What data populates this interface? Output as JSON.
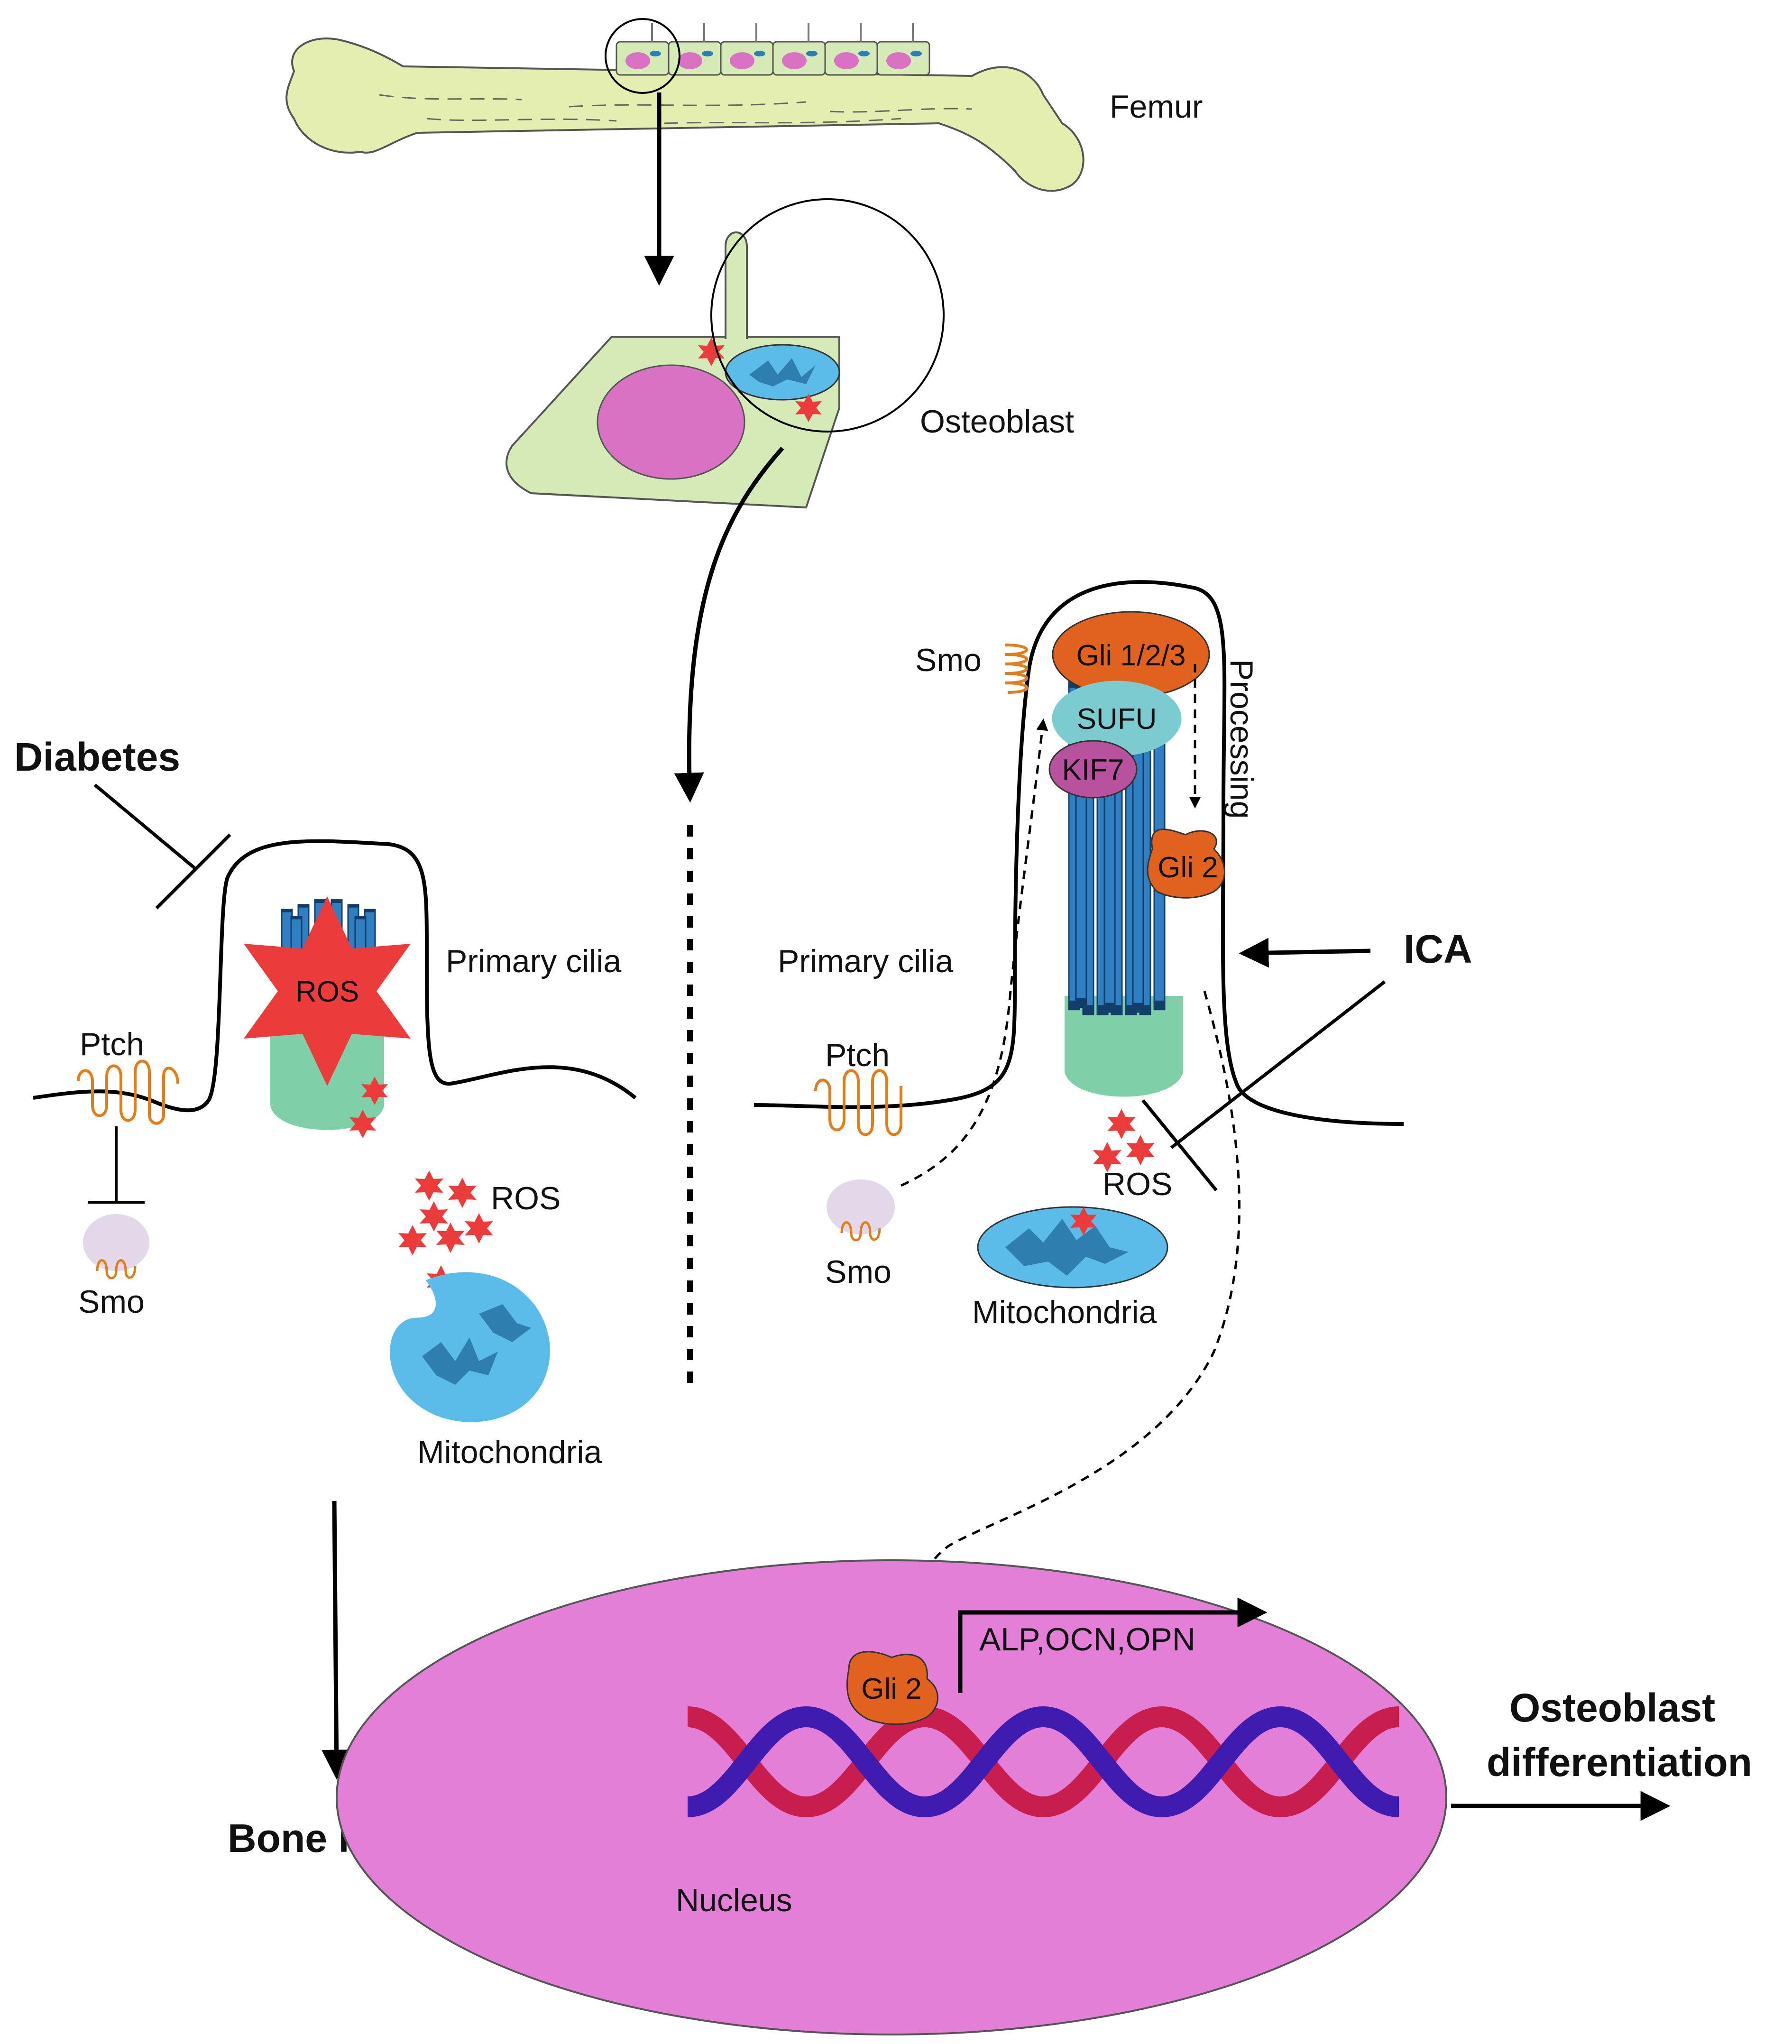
{
  "labels": {
    "femur": "Femur",
    "osteoblast": "Osteoblast",
    "diabetes": "Diabetes",
    "primary_cilia_left": "Primary cilia",
    "primary_cilia_right": "Primary cilia",
    "ptch_left": "Ptch",
    "ptch_right": "Ptch",
    "smo_left": "Smo",
    "smo_right_top": "Smo",
    "smo_right_bottom": "Smo",
    "ros_star": "ROS",
    "ros_left": "ROS",
    "ros_right": "ROS",
    "mito_left": "Mitochondria",
    "mito_right": "Mitochondria",
    "bone_loss": "Bone loss",
    "gli123": "Gli 1/2/3",
    "sufu": "SUFU",
    "kif7": "KIF7",
    "gli2_cilium": "Gli 2",
    "processing": "Processing",
    "ica": "ICA",
    "alp_ocn_opn": "ALP,OCN,OPN",
    "gli2_nucleus": "Gli 2",
    "nucleus": "Nucleus",
    "osteo_diff_1": "Osteoblast",
    "osteo_diff_2": "differentiation"
  },
  "colors": {
    "bone_fill": "#e3eeb0",
    "cell_fill": "#d6eab8",
    "nucleus_fill": "#da72c4",
    "big_nucleus_fill": "#e47fd8",
    "mito_outer": "#5bbcea",
    "mito_inner": "#2e7fb0",
    "microtubule": "#2f7fc2",
    "basal_body": "#7fd0a8",
    "ros_red": "#ec3b3b",
    "receptor_orange": "#e27d1e",
    "smo_vesicle": "#e2d8ea",
    "gli_orange": "#e0621e",
    "sufu_teal": "#7ccbd0",
    "kif7_purple": "#b9529e",
    "dna_red": "#c81e4e",
    "dna_blue": "#3f1bb0"
  }
}
